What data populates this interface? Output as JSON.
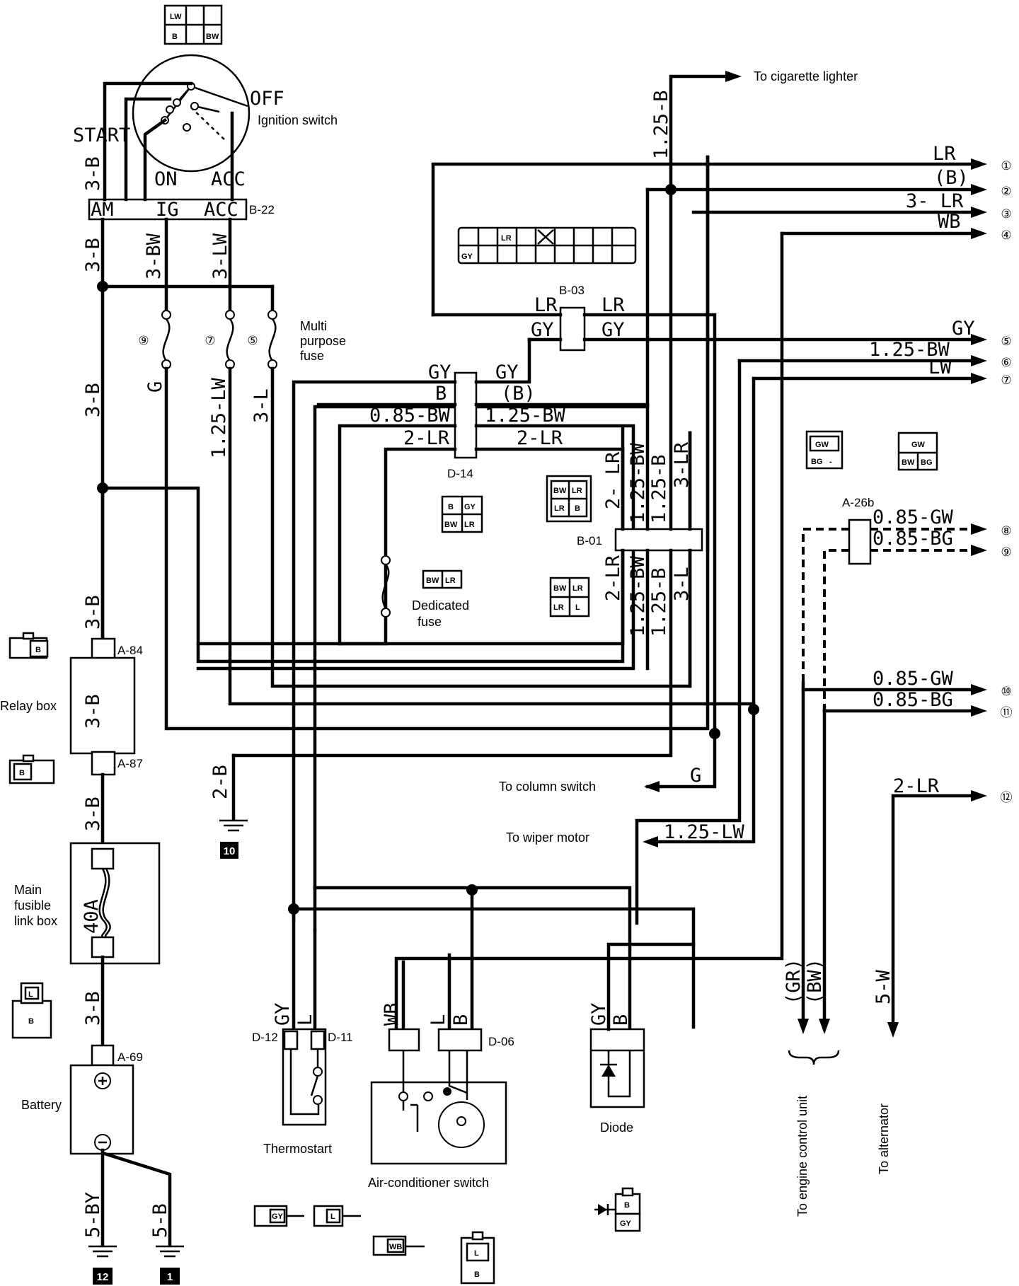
{
  "components": {
    "ignition_switch": {
      "name": "Ignition switch",
      "positions": [
        "OFF",
        "START",
        "ON",
        "ACC"
      ],
      "terminals": [
        "AM",
        "IG",
        "ACC"
      ],
      "connector": "B-22"
    },
    "multi_purpose_fuse": "Multi purpose fuse",
    "dedicated_fuse": "Dedicated fuse",
    "relay_box": "Relay box",
    "main_fusible_link_box": "Main fusible link box",
    "fusible_link_rating": "40A",
    "battery": "Battery",
    "thermostart": "Thermostart",
    "air_conditioner_switch": "Air-conditioner switch",
    "diode": "Diode"
  },
  "connectors": [
    "B-22",
    "B-03",
    "D-14",
    "B-01",
    "A-26b",
    "A-84",
    "A-87",
    "A-69",
    "D-12",
    "D-11",
    "D-06"
  ],
  "destinations": {
    "cigarette_lighter": "To cigarette lighter",
    "column_switch": "To column switch",
    "wiper_motor": "To wiper motor",
    "engine_control_unit": "To engine control unit",
    "alternator": "To alternator"
  },
  "fuse_numbers": [
    "⑨",
    "⑦",
    "⑤"
  ],
  "outputs": [
    {
      "num": "①",
      "label": "LR"
    },
    {
      "num": "②",
      "label": "(B)"
    },
    {
      "num": "③",
      "label": "3- LR"
    },
    {
      "num": "④",
      "label": "WB"
    },
    {
      "num": "⑤",
      "label": "GY"
    },
    {
      "num": "⑥",
      "label": "1.25-BW"
    },
    {
      "num": "⑦",
      "label": "LW"
    },
    {
      "num": "⑧",
      "label": "0.85-GW"
    },
    {
      "num": "⑨",
      "label": "0.85-BG"
    },
    {
      "num": "⑩",
      "label": "0.85-GW"
    },
    {
      "num": "⑪",
      "label": "0.85-BG"
    },
    {
      "num": "⑫",
      "label": "2-LR"
    }
  ],
  "wire_labels": {
    "am_lead": "3-B",
    "am_b22": "3-B",
    "ig_b22": "3-BW",
    "acc_b22": "3-LW",
    "trunk_upper": "3-B",
    "fuse9_out": "G",
    "fuse7_out": "1.25-LW",
    "fuse5_out": "3-L",
    "lighter_feed": "1.25-B",
    "relay_in": "3-B",
    "relay_inner": "3-B",
    "relay_out": "3-B",
    "link_out": "3-B",
    "ground10": "2-B",
    "battery_neg1": "5-BY",
    "battery_neg2": "5-B",
    "b03_lr_l": "LR",
    "b03_lr_r": "LR",
    "b03_gy_l": "GY",
    "b03_gy_r": "GY",
    "d14_gy_l": "GY",
    "d14_gy_r": "GY",
    "d14_b_l": "B",
    "d14_b_r": "(B)",
    "d14_bw_l": "0.85-BW",
    "d14_bw_r": "1.25-BW",
    "d14_lr_l": "2-LR",
    "d14_lr_r": "2-LR",
    "b01_top": [
      "2- LR",
      "1.25-BW",
      "1.25-B",
      "3-LR"
    ],
    "b01_bot": [
      "2-LR",
      "1.25-BW",
      "1.25-B",
      "3-L"
    ],
    "column_g": "G",
    "wiper_lw": "1.25-LW",
    "alt_5w": "5-W",
    "ecu_gr": "(GR)",
    "ecu_bw": "(BW)",
    "d12_gy": "GY",
    "d11_l": "L",
    "ac_wb": "WB",
    "ac_l": "L",
    "ac_b": "B",
    "diode_gy": "GY",
    "diode_b": "B"
  },
  "ground_numbers": [
    "10",
    "12",
    "1"
  ],
  "connector_pins": {
    "b22": [
      "LW",
      "B",
      "BW"
    ],
    "b03": [
      "LR",
      "GY"
    ],
    "d14": [
      "B",
      "GY",
      "BW",
      "LR"
    ],
    "b01a": [
      "BW",
      "LR",
      "LR",
      "B"
    ],
    "b01b": [
      "BW",
      "LR",
      "LR",
      "L"
    ],
    "ded": [
      "BW",
      "LR"
    ],
    "a26_1": [
      "GW",
      "BG",
      "-"
    ],
    "a26_2": [
      "GW",
      "BW",
      "BG"
    ],
    "a84": "B",
    "a87": "B",
    "a69": [
      "L",
      "B"
    ],
    "d12": "GY",
    "d11": "L",
    "d06": "WB",
    "d06b": [
      "L",
      "B"
    ],
    "diode_c": [
      "B",
      "GY"
    ]
  }
}
